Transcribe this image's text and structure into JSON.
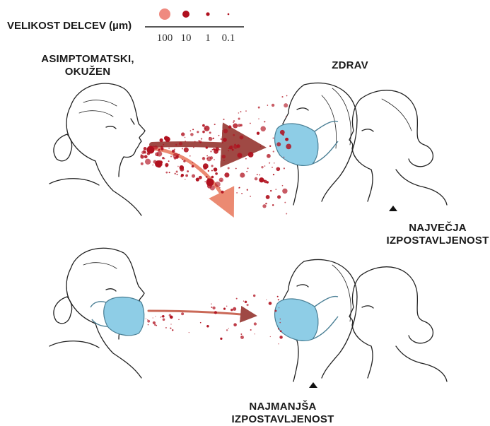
{
  "legend": {
    "title": "VELIKOST DELCEV (µm)",
    "sizes": [
      "100",
      "10",
      "1",
      "0.1"
    ]
  },
  "labels": {
    "infected": [
      "ASIMPTOMATSKI,",
      "OKUŽEN"
    ],
    "healthy": "ZDRAV",
    "highest": [
      "NAJVEČJA",
      "IZPOSTAVLJENOST"
    ],
    "lowest": [
      "NAJMANJŠA",
      "IZPOSTAVLJENOST"
    ]
  },
  "colors": {
    "droplet_large": "#ef8a80",
    "droplet": "#b0101e",
    "arrow_dark": "#8f2a24",
    "arrow_light": "#e8765a",
    "mask": "#8ecde6",
    "ink": "#222222"
  }
}
